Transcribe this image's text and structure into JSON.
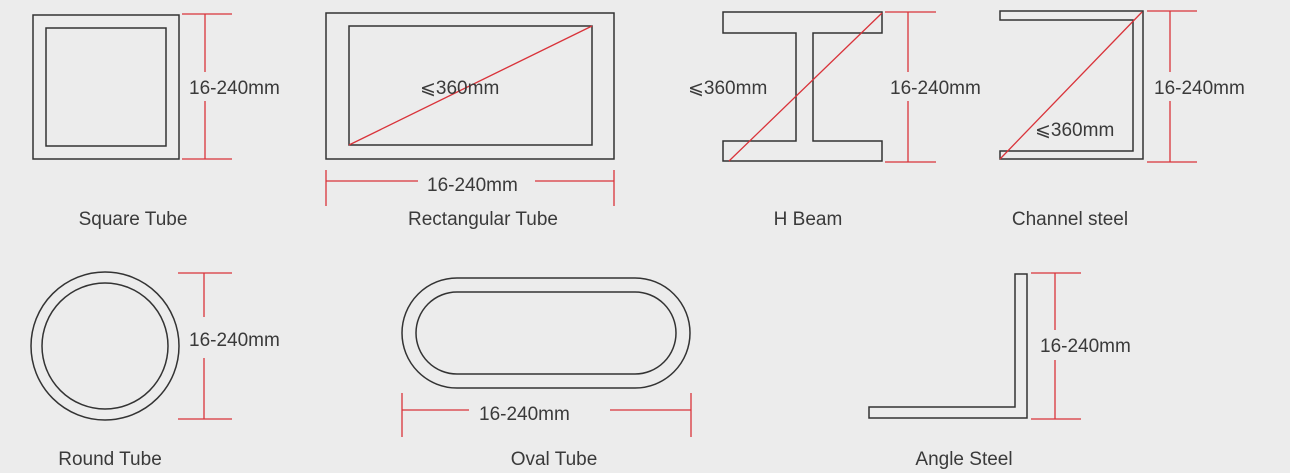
{
  "colors": {
    "background": "#ececec",
    "outline": "#333333",
    "dimension": "#d9333a",
    "text": "#3a3a3a"
  },
  "profiles": [
    {
      "name": "Square Tube",
      "dimension": "16-240mm"
    },
    {
      "name": "Rectangular Tube",
      "dimension_diagonal": "⩽360mm",
      "dimension_width": "16-240mm"
    },
    {
      "name": "H Beam",
      "dimension_diagonal": "⩽360mm",
      "dimension_height": "16-240mm"
    },
    {
      "name": "Channel steel",
      "dimension_diagonal": "⩽360mm",
      "dimension_height": "16-240mm"
    },
    {
      "name": "Round Tube",
      "dimension": "16-240mm"
    },
    {
      "name": "Oval Tube",
      "dimension": "16-240mm"
    },
    {
      "name": "Angle Steel",
      "dimension": "16-240mm"
    }
  ]
}
